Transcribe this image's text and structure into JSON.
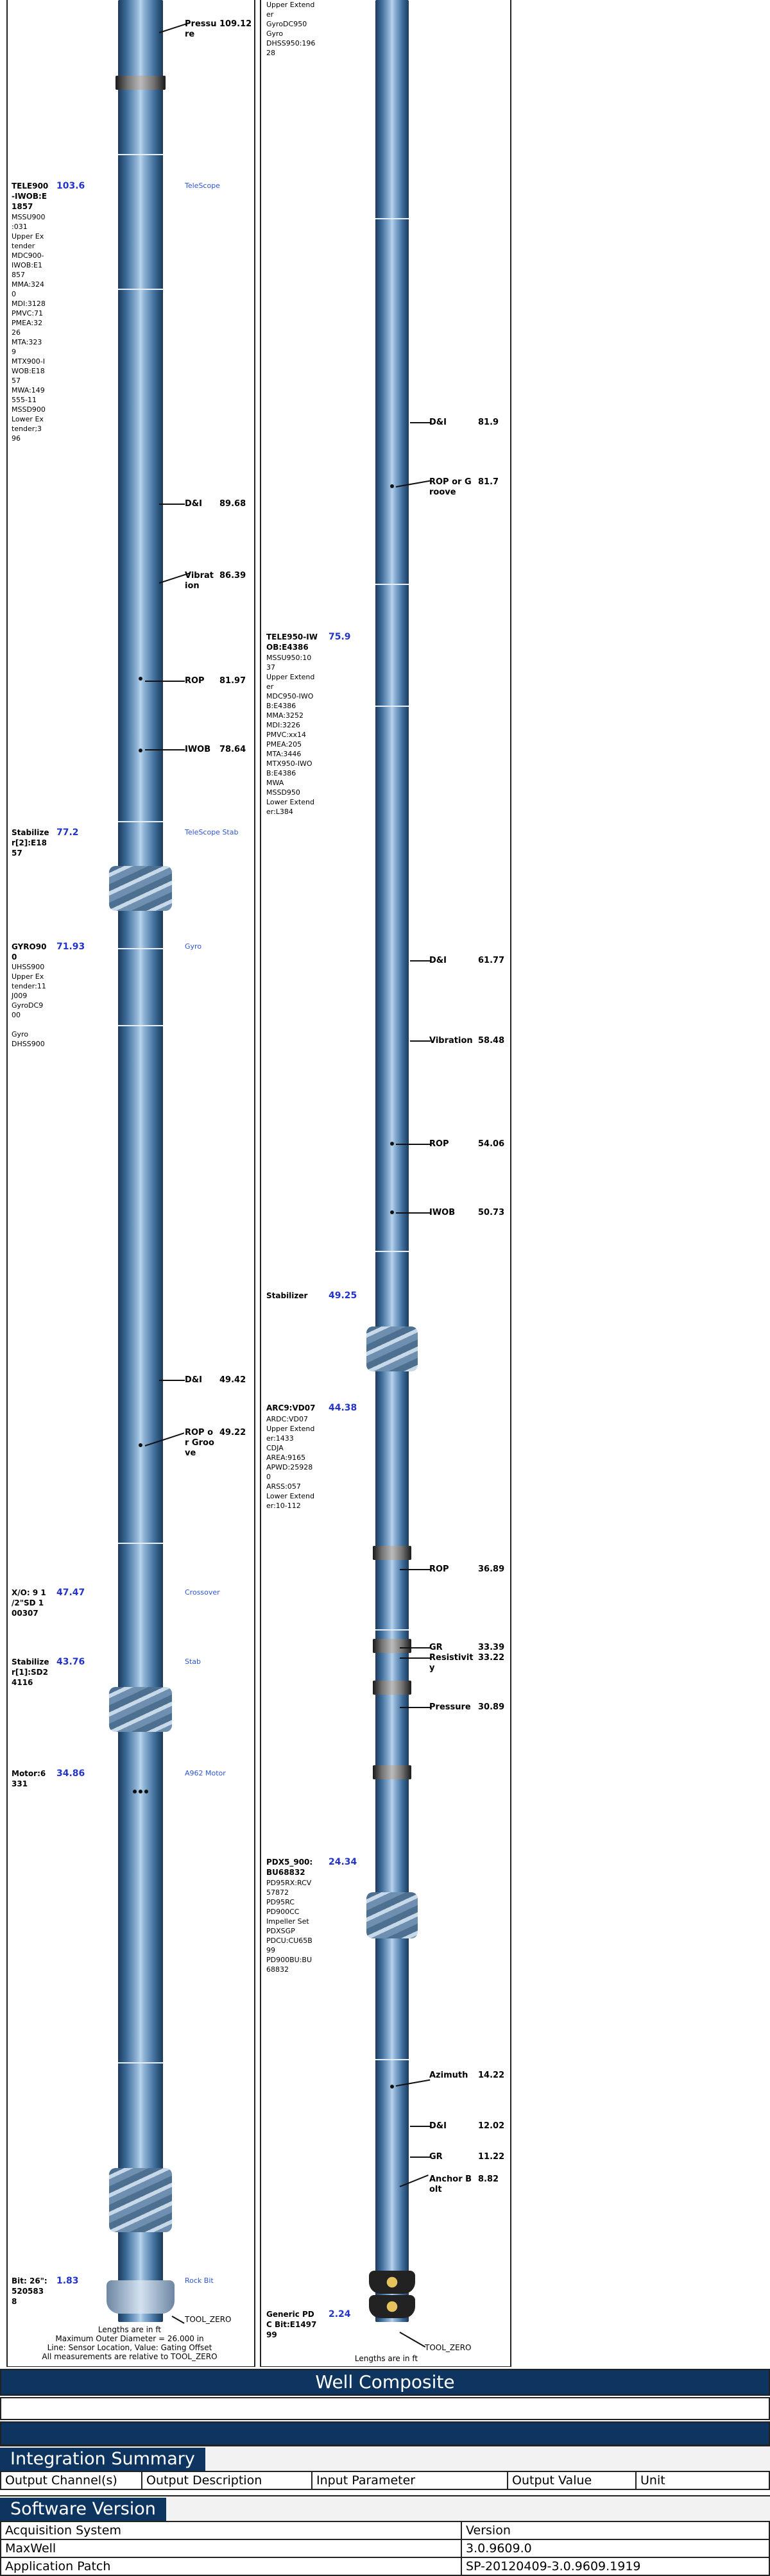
{
  "left_column": {
    "components": [
      {
        "title": "TELE900\n-IWOB:E\n1857",
        "value": "103.6",
        "link": "TeleScope",
        "details": "MSSU900\n:031\nUpper Ex\ntender\nMDC900-\nIWOB:E1\n857\nMMA:324\n0\nMDI:3128\nPMVC:71\nPMEA:32\n26\nMTA:323\n9\nMTX900-I\nWOB:E18\n57\nMWA:149\n555-11\nMSSD900\nLower Ex\ntender;3\n96"
      },
      {
        "title": "Stabilize\nr[2]:E18\n57",
        "value": "77.2",
        "link": "TeleScope Stab",
        "details": ""
      },
      {
        "title": "GYRO90\n0",
        "value": "71.93",
        "link": "Gyro",
        "details": "UHSS900\nUpper Ex\ntender:11\nJ009\nGyroDC9\n00\n\nGyro\nDHSS900"
      },
      {
        "title": "X/O: 9 1\n/2\"SD 1\n00307",
        "value": "47.47",
        "link": "Crossover",
        "details": ""
      },
      {
        "title": "Stabilize\nr[1]:SD2\n4116",
        "value": "43.76",
        "link": "Stab",
        "details": ""
      },
      {
        "title": "Motor:6\n331",
        "value": "34.86",
        "link": "A962 Motor",
        "details": ""
      },
      {
        "title": "Bit: 26\":\n520583\n8",
        "value": "1.83",
        "link": "Rock Bit",
        "details": ""
      }
    ],
    "sensors": [
      {
        "label": "Pressu\nre",
        "value": "109.12"
      },
      {
        "label": "D&I",
        "value": "89.68"
      },
      {
        "label": "Vibrat\nion",
        "value": "86.39"
      },
      {
        "label": "ROP",
        "value": "81.97"
      },
      {
        "label": "IWOB",
        "value": "78.64"
      },
      {
        "label": "D&I",
        "value": "49.42"
      },
      {
        "label": "ROP o\nr Groo\nve",
        "value": "49.22"
      }
    ],
    "tool_zero": "TOOL_ZERO",
    "notes": [
      "Lengths are in ft",
      "Maximum Outer Diameter = 26.000 in",
      "Line: Sensor Location, Value: Gating Offset",
      "All measurements are relative to TOOL_ZERO"
    ]
  },
  "right_column": {
    "top_details": "Upper Extend\ner\nGyroDC950\nGyro\nDHSS950:196\n28",
    "components": [
      {
        "title": "TELE950-IW\nOB:E4386",
        "value": "75.9",
        "details": "MSSU950:10\n37\nUpper Extend\ner\nMDC950-IWO\nB:E4386\nMMA:3252\nMDI:3226\nPMVC:xx14\nPMEA:205\nMTA:3446\nMTX950-IWO\nB:E4386\nMWA\nMSSD950\nLower Extend\ner:L384"
      },
      {
        "title": "Stabilizer",
        "value": "49.25",
        "details": ""
      },
      {
        "title": "ARC9:VD07",
        "value": "44.38",
        "details": "ARDC:VD07\nUpper Extend\ner:1433\nCDJA\nAREA:9165\nAPWD:25928\n0\nARSS:057\nLower Extend\ner:10-112"
      },
      {
        "title": "PDX5_900:\nBU68832",
        "value": "24.34",
        "details": "PD95RX:RCV\n57872\nPD95RC\nPD900CC\nImpeller Set\nPDXSGP\nPDCU:CU65B\n99\nPD900BU:BU\n68832"
      },
      {
        "title": "Generic PD\nC Bit:E1497\n99",
        "value": "2.24",
        "details": ""
      }
    ],
    "sensors": [
      {
        "label": "D&I",
        "value": "81.9"
      },
      {
        "label": "ROP or G\nroove",
        "value": "81.7"
      },
      {
        "label": "D&I",
        "value": "61.77"
      },
      {
        "label": "Vibration",
        "value": "58.48"
      },
      {
        "label": "ROP",
        "value": "54.06"
      },
      {
        "label": "IWOB",
        "value": "50.73"
      },
      {
        "label": "ROP",
        "value": "36.89"
      },
      {
        "label": "GR",
        "value": "33.39"
      },
      {
        "label": "Resistivit\ny",
        "value": "33.22"
      },
      {
        "label": "Pressure",
        "value": "30.89"
      },
      {
        "label": "Azimuth",
        "value": "14.22"
      },
      {
        "label": "D&I",
        "value": "12.02"
      },
      {
        "label": "GR",
        "value": "11.22"
      },
      {
        "label": "Anchor B\nolt",
        "value": "8.82"
      }
    ],
    "tool_zero": "TOOL_ZERO",
    "note": "Lengths are in ft"
  },
  "well_composite": {
    "title": "Well Composite"
  },
  "integration_summary": {
    "title": "Integration Summary",
    "columns": [
      "Output Channel(s)",
      "Output Description",
      "Input Parameter",
      "Output Value",
      "Unit"
    ]
  },
  "software_version": {
    "title": "Software Version",
    "columns": [
      "Acquisition System",
      "Version"
    ],
    "rows": [
      [
        "MaxWell",
        "3.0.9609.0"
      ],
      [
        "Application Patch",
        "SP-20120409-3.0.9609.1919"
      ]
    ]
  }
}
